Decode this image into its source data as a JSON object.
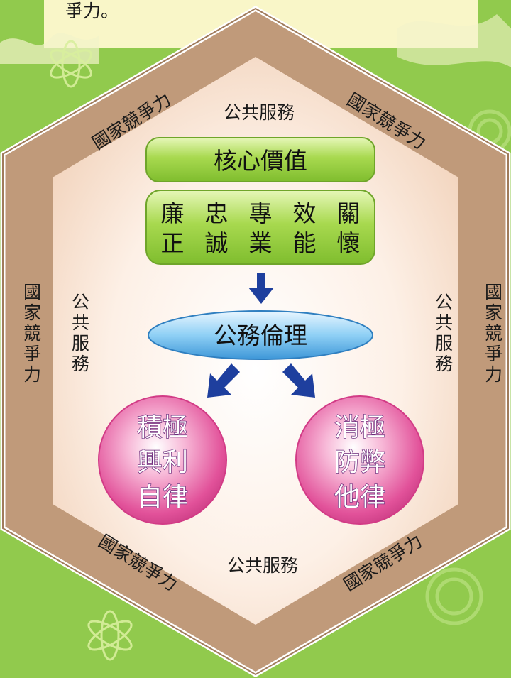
{
  "top_note": "爭力。",
  "colors": {
    "background": "#86c440",
    "outer_hexagon": "#c09a7a",
    "inner_hexagon": "#fbe8dc",
    "green_box": "#9cd34a",
    "ellipse": "#5ab0e8",
    "pink_circle": "#e2529a",
    "arrow": "#1e3f9e"
  },
  "outer_ring": {
    "label_top_left": "國家競爭力",
    "label_top_right": "國家競爭力",
    "label_left": "國家競爭力",
    "label_right": "國家競爭力",
    "label_bottom_left": "國家競爭力",
    "label_bottom_right": "國家競爭力"
  },
  "inner_ring": {
    "label_top": "公共服務",
    "label_left": "公共服務",
    "label_right": "公共服務",
    "label_bottom": "公共服務"
  },
  "core_value_title": "核心價值",
  "values_row1": [
    "廉",
    "忠",
    "專",
    "效",
    "關"
  ],
  "values_row2": [
    "正",
    "誠",
    "業",
    "能",
    "懷"
  ],
  "ethics": "公務倫理",
  "left_circle": [
    "積極",
    "興利",
    "自律"
  ],
  "right_circle": [
    "消極",
    "防弊",
    "他律"
  ]
}
